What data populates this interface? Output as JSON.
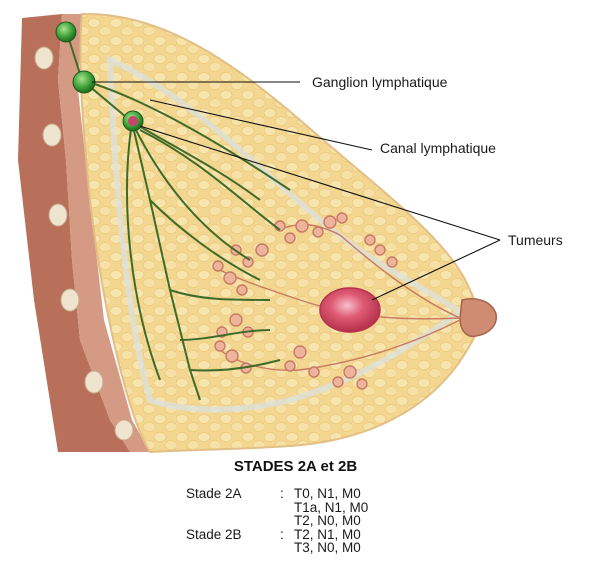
{
  "labels": {
    "ganglion": "Ganglion lymphatique",
    "canal": "Canal lymphatique",
    "tumeurs": "Tumeurs"
  },
  "title": "STADES 2A et 2B",
  "stages": [
    {
      "stage": "Stade 2A",
      "sep": ":",
      "code": "T0, N1, M0"
    },
    {
      "stage": "",
      "sep": "",
      "code": "T1a, N1, M0"
    },
    {
      "stage": "",
      "sep": "",
      "code": "T2, N0, M0"
    },
    {
      "stage": "Stade 2B",
      "sep": ":",
      "code": "T2, N1, M0"
    },
    {
      "stage": "",
      "sep": "",
      "code": "T3, N0, M0"
    }
  ],
  "colors": {
    "skin": "#b9705a",
    "fat": "#f2d48a",
    "tissue_outline": "#e7c9a3",
    "lymph": "#3f6b2a",
    "node": "#3fa33a",
    "tumor": "#e0506a",
    "lobule": "#e6a48a"
  }
}
